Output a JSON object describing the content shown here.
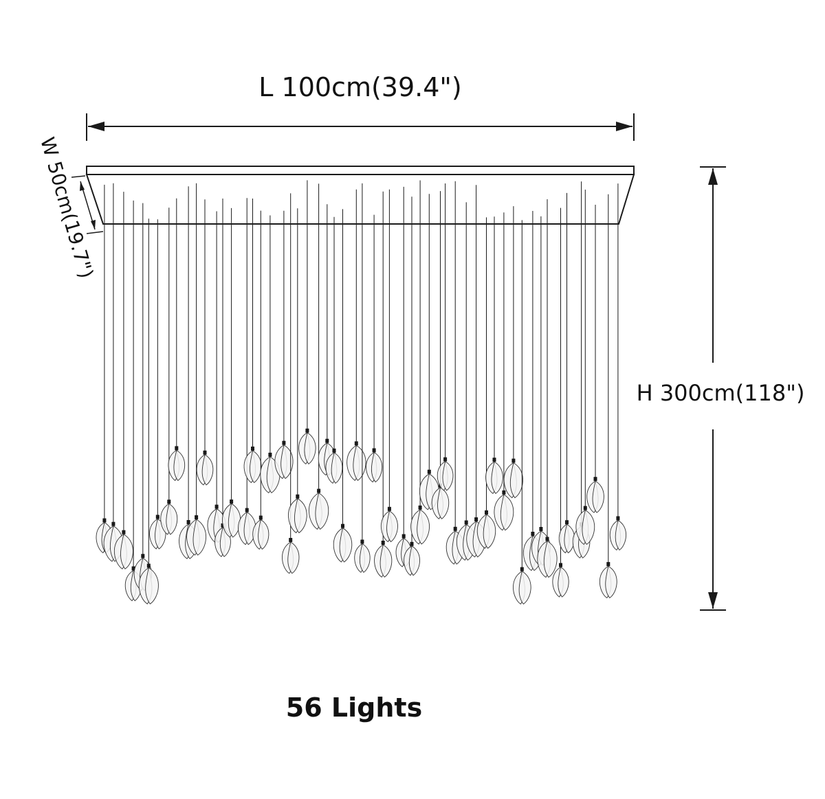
{
  "dimensions": {
    "length_label": "L 100cm(39.4\")",
    "width_label": "W 50cm(19.7\")",
    "height_label": "H 300cm(118\")"
  },
  "caption": "56 Lights",
  "fixture": {
    "light_count": 56,
    "line_color": "#1a1a1a",
    "petal_color": "#f4f4f4",
    "petal_stroke": "#333333"
  }
}
